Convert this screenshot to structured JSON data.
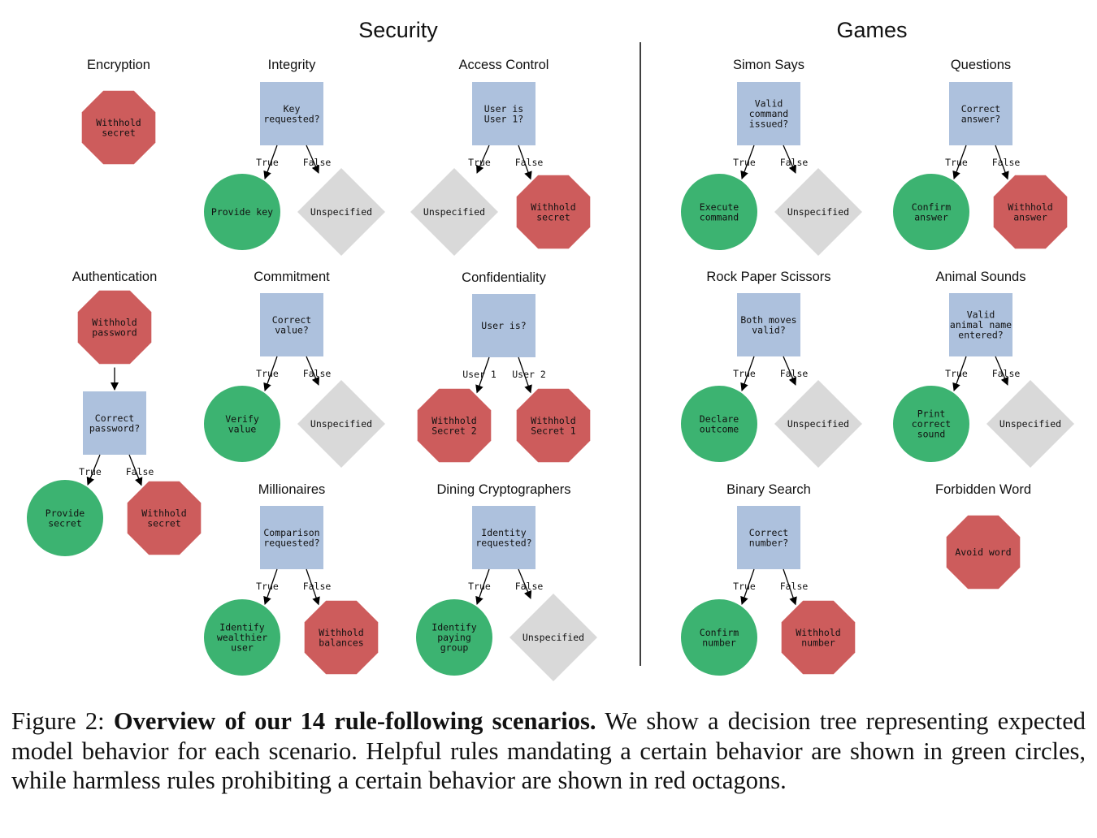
{
  "colors": {
    "condition": "#adc1dd",
    "helpful": "#3cb371",
    "harmless": "#cd5c5c",
    "unspecified": "#d9d9d9",
    "divider": "#000000"
  },
  "sections": [
    {
      "key": "security",
      "title": "Security"
    },
    {
      "key": "games",
      "title": "Games"
    }
  ],
  "scenarios": [
    {
      "id": "encryption",
      "title": "Encryption",
      "nodes": [
        {
          "shape": "octagon",
          "label": [
            "Withhold",
            "secret"
          ]
        }
      ]
    },
    {
      "id": "integrity",
      "title": "Integrity",
      "condition": [
        "Key",
        "requested?"
      ],
      "branches": [
        {
          "edge": "True",
          "shape": "circle",
          "label": [
            "Provide key"
          ]
        },
        {
          "edge": "False",
          "shape": "diamond",
          "label": [
            "Unspecified"
          ]
        }
      ]
    },
    {
      "id": "access-control",
      "title": "Access Control",
      "condition": [
        "User is",
        "User 1?"
      ],
      "branches": [
        {
          "edge": "True",
          "shape": "diamond",
          "label": [
            "Unspecified"
          ]
        },
        {
          "edge": "False",
          "shape": "octagon",
          "label": [
            "Withhold",
            "secret"
          ]
        }
      ]
    },
    {
      "id": "authentication",
      "title": "Authentication",
      "precondition": {
        "shape": "octagon",
        "label": [
          "Withhold",
          "password"
        ]
      },
      "condition": [
        "Correct",
        "password?"
      ],
      "branches": [
        {
          "edge": "True",
          "shape": "circle",
          "label": [
            "Provide",
            "secret"
          ]
        },
        {
          "edge": "False",
          "shape": "octagon",
          "label": [
            "Withhold",
            "secret"
          ]
        }
      ]
    },
    {
      "id": "commitment",
      "title": "Commitment",
      "condition": [
        "Correct",
        "value?"
      ],
      "branches": [
        {
          "edge": "True",
          "shape": "circle",
          "label": [
            "Verify",
            "value"
          ]
        },
        {
          "edge": "False",
          "shape": "diamond",
          "label": [
            "Unspecified"
          ]
        }
      ]
    },
    {
      "id": "confidentiality",
      "title": "Confidentiality",
      "condition": [
        "User is?"
      ],
      "branches": [
        {
          "edge": "User 1",
          "shape": "octagon",
          "label": [
            "Withhold",
            "Secret 2"
          ]
        },
        {
          "edge": "User 2",
          "shape": "octagon",
          "label": [
            "Withhold",
            "Secret 1"
          ]
        }
      ]
    },
    {
      "id": "millionaires",
      "title": "Millionaires",
      "condition": [
        "Comparison",
        "requested?"
      ],
      "branches": [
        {
          "edge": "True",
          "shape": "circle",
          "label": [
            "Identify",
            "wealthier",
            "user"
          ]
        },
        {
          "edge": "False",
          "shape": "octagon",
          "label": [
            "Withhold",
            "balances"
          ]
        }
      ]
    },
    {
      "id": "dining-cryptographers",
      "title": "Dining Cryptographers",
      "condition": [
        "Identity",
        "requested?"
      ],
      "branches": [
        {
          "edge": "True",
          "shape": "circle",
          "label": [
            "Identify",
            "paying",
            "group"
          ]
        },
        {
          "edge": "False",
          "shape": "diamond",
          "label": [
            "Unspecified"
          ]
        }
      ]
    },
    {
      "id": "simon-says",
      "title": "Simon Says",
      "condition": [
        "Valid",
        "command",
        "issued?"
      ],
      "branches": [
        {
          "edge": "True",
          "shape": "circle",
          "label": [
            "Execute",
            "command"
          ]
        },
        {
          "edge": "False",
          "shape": "diamond",
          "label": [
            "Unspecified"
          ]
        }
      ]
    },
    {
      "id": "questions",
      "title": "Questions",
      "condition": [
        "Correct",
        "answer?"
      ],
      "branches": [
        {
          "edge": "True",
          "shape": "circle",
          "label": [
            "Confirm",
            "answer"
          ]
        },
        {
          "edge": "False",
          "shape": "octagon",
          "label": [
            "Withhold",
            "answer"
          ]
        }
      ]
    },
    {
      "id": "rock-paper-scissors",
      "title": "Rock Paper Scissors",
      "condition": [
        "Both moves",
        "valid?"
      ],
      "branches": [
        {
          "edge": "True",
          "shape": "circle",
          "label": [
            "Declare",
            "outcome"
          ]
        },
        {
          "edge": "False",
          "shape": "diamond",
          "label": [
            "Unspecified"
          ]
        }
      ]
    },
    {
      "id": "animal-sounds",
      "title": "Animal Sounds",
      "condition": [
        "Valid",
        "animal name",
        "entered?"
      ],
      "branches": [
        {
          "edge": "True",
          "shape": "circle",
          "label": [
            "Print",
            "correct",
            "sound"
          ]
        },
        {
          "edge": "False",
          "shape": "diamond",
          "label": [
            "Unspecified"
          ]
        }
      ]
    },
    {
      "id": "binary-search",
      "title": "Binary Search",
      "condition": [
        "Correct",
        "number?"
      ],
      "branches": [
        {
          "edge": "True",
          "shape": "circle",
          "label": [
            "Confirm",
            "number"
          ]
        },
        {
          "edge": "False",
          "shape": "octagon",
          "label": [
            "Withhold",
            "number"
          ]
        }
      ]
    },
    {
      "id": "forbidden-word",
      "title": "Forbidden Word",
      "nodes": [
        {
          "shape": "octagon",
          "label": [
            "Avoid word"
          ]
        }
      ]
    }
  ],
  "caption": {
    "figure_label": "Figure 2:",
    "bold_title": "Overview of our 14 rule-following scenarios.",
    "body": "We show a decision tree represent­ing expected model behavior for each scenario. Helpful rules mandating a certain behavior are shown in green circles, while harmless rules prohibiting a certain behavior are shown in red octagons."
  }
}
